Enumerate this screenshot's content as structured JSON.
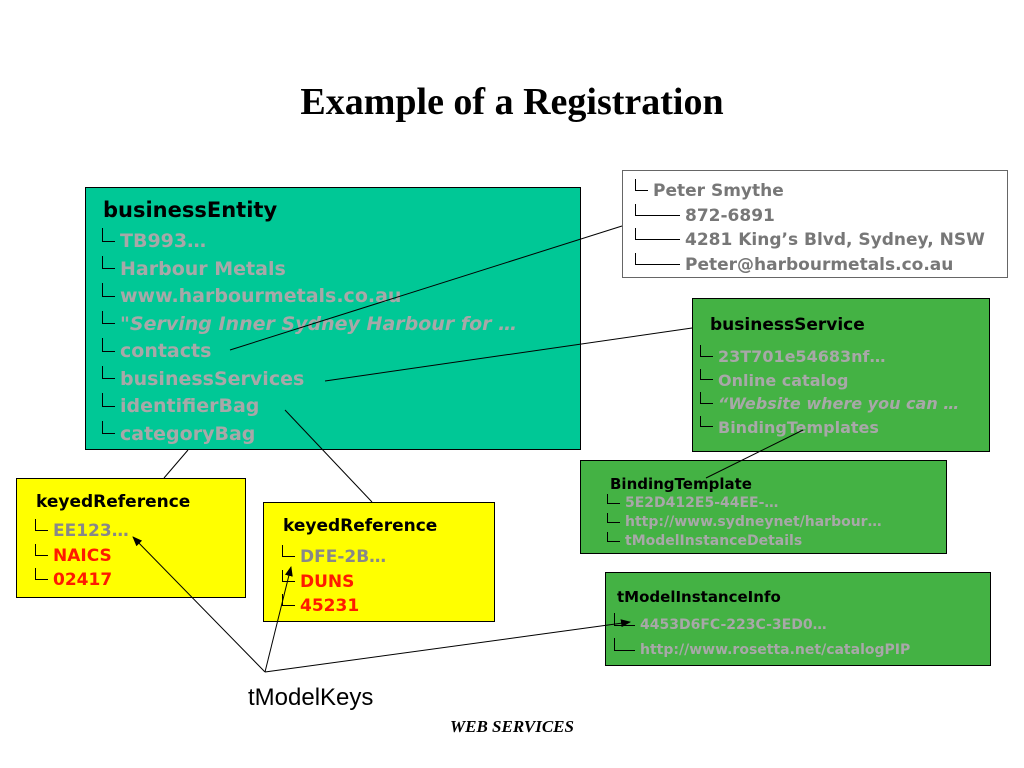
{
  "title": "Example of a Registration",
  "business_entity": {
    "heading": "businessEntity",
    "items": [
      "TB993…",
      "Harbour Metals",
      "www.harbourmetals.co.au",
      "\"Serving Inner Sydney Harbour for …",
      "contacts",
      "businessServices",
      "identifierBag",
      "categoryBag"
    ]
  },
  "contact": {
    "name": "Peter Smythe",
    "phone": "872-6891",
    "address": "4281 King’s Blvd, Sydney, NSW",
    "email": "Peter@harbourmetals.co.au"
  },
  "business_service": {
    "heading": "businessService",
    "items": [
      "23T701e54683nf…",
      "Online catalog",
      "“Website where you can …",
      "BindingTemplates"
    ]
  },
  "binding_template": {
    "heading": "BindingTemplate",
    "items": [
      "5E2D412E5-44EE-…",
      "http://www.sydneynet/harbour…",
      "tModelInstanceDetails"
    ]
  },
  "tmodel_instance_info": {
    "heading": "tModelInstanceInfo",
    "items": [
      "4453D6FC-223C-3ED0…",
      "http://www.rosetta.net/catalogPIP"
    ]
  },
  "keyed_reference_1": {
    "heading": "keyedReference",
    "items": [
      "EE123…",
      "NAICS",
      "02417"
    ]
  },
  "keyed_reference_2": {
    "heading": "keyedReference",
    "items": [
      "DFE-2B…",
      "DUNS",
      "45231"
    ]
  },
  "tmodelkeys_label": "tModelKeys",
  "footer": "WEB SERVICES",
  "colors": {
    "entity_fill": "#00c896",
    "service_fill": "#44b244",
    "keyed_fill": "#ffff00",
    "value_red": "#ff1a00",
    "value_gray": "#a8a8a8"
  }
}
